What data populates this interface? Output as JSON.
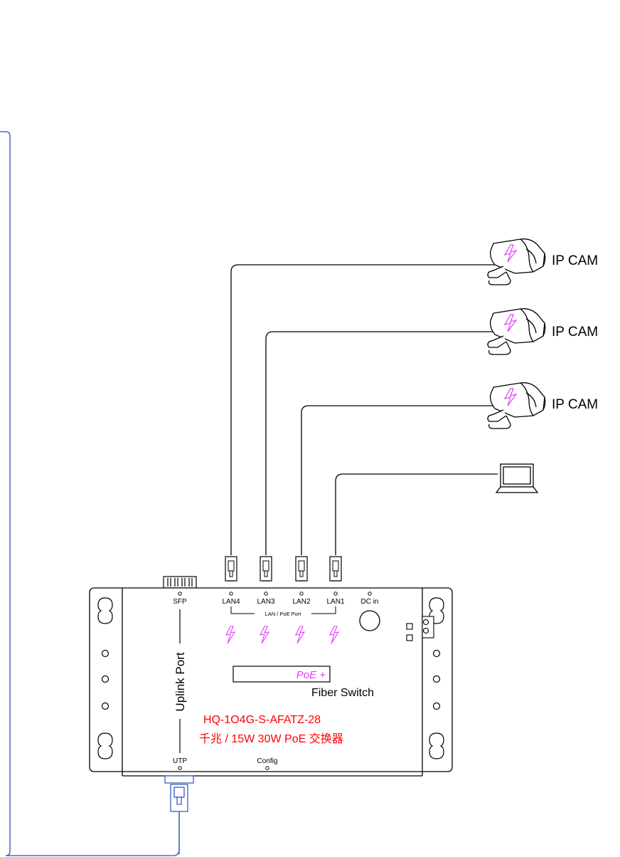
{
  "cameras": [
    {
      "label": "IP CAM"
    },
    {
      "label": "IP CAM"
    },
    {
      "label": "IP CAM"
    }
  ],
  "ports": {
    "sfp": "SFP",
    "lan4": "LAN4",
    "lan3": "LAN3",
    "lan2": "LAN2",
    "lan1": "LAN1",
    "dc_in": "DC in",
    "lan_group": "LAN / PoE Port",
    "uplink": "Uplink Port",
    "utp": "UTP",
    "config": "Config"
  },
  "device": {
    "badge": "PoE +",
    "product": "Fiber Switch",
    "model": "HQ-1O4G-S-AFATZ-28",
    "description": "千兆 / 15W 30W PoE 交换器"
  },
  "colors": {
    "line": "#000000",
    "poe_magenta": "#e040fb",
    "model_red": "#ff0000",
    "uplink_blue": "#2b4fb8"
  }
}
